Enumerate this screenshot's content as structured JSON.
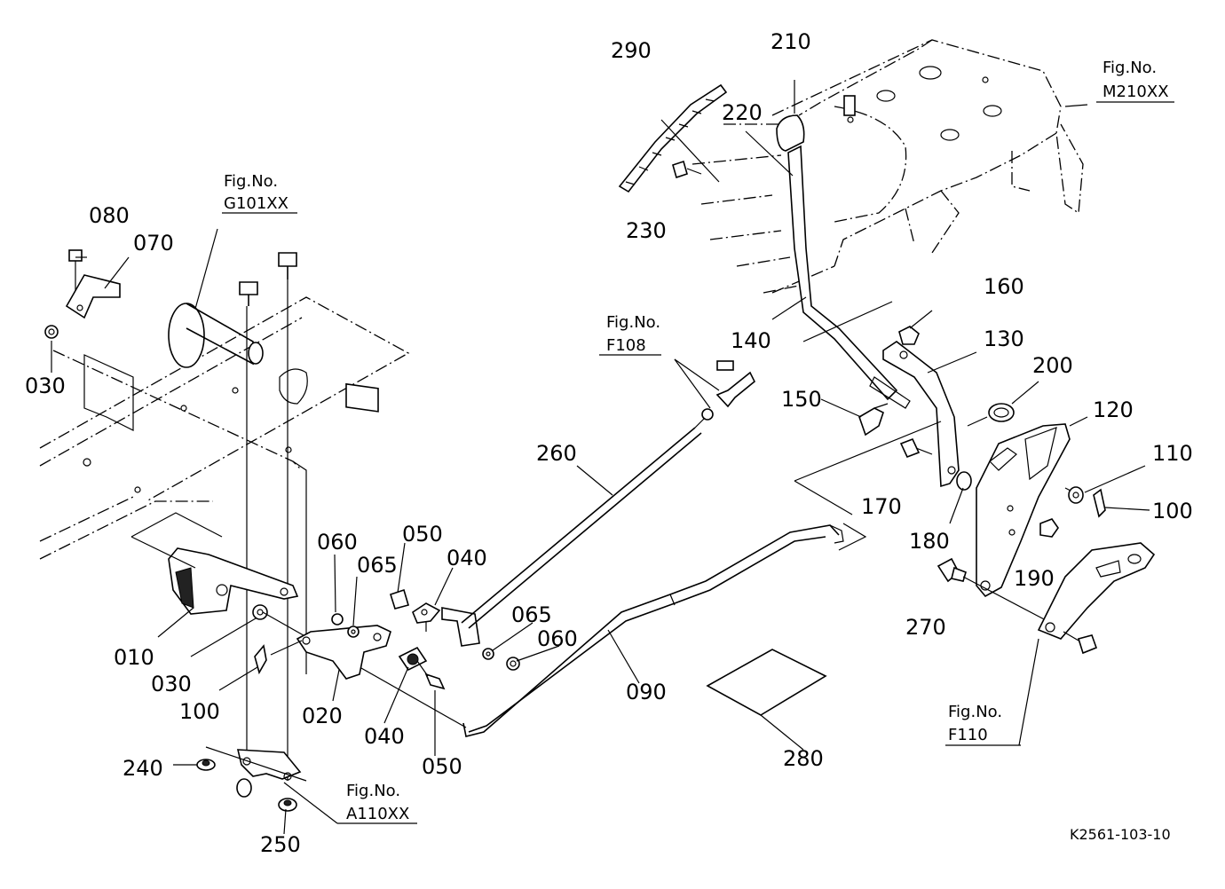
{
  "diagram": {
    "drawing_code": "K2561-103-10",
    "parts": [
      "010",
      "020",
      "030",
      "030",
      "040",
      "040",
      "050",
      "050",
      "060",
      "060",
      "065",
      "065",
      "070",
      "080",
      "090",
      "100",
      "100",
      "110",
      "120",
      "130",
      "140",
      "150",
      "160",
      "170",
      "180",
      "190",
      "200",
      "210",
      "220",
      "230",
      "240",
      "250",
      "260",
      "270",
      "280",
      "290"
    ],
    "references": [
      {
        "fig": "Fig.No.",
        "code": "G101XX"
      },
      {
        "fig": "Fig.No.",
        "code": "M210XX"
      },
      {
        "fig": "Fig.No.",
        "code": "F108"
      },
      {
        "fig": "Fig.No.",
        "code": "A110XX"
      },
      {
        "fig": "Fig.No.",
        "code": "F110"
      }
    ]
  }
}
